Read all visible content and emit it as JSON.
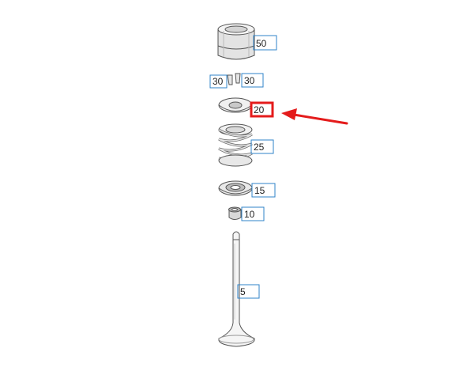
{
  "diagram": {
    "callouts": [
      {
        "key": "piston",
        "label": "50"
      },
      {
        "key": "keeper-left",
        "label": "30"
      },
      {
        "key": "keeper-right",
        "label": "30"
      },
      {
        "key": "retainer",
        "label": "20",
        "highlighted": true
      },
      {
        "key": "spring",
        "label": "25"
      },
      {
        "key": "spring-seat",
        "label": "15"
      },
      {
        "key": "stem-seal",
        "label": "10"
      },
      {
        "key": "valve",
        "label": "5"
      }
    ],
    "colors": {
      "callout_box": "#2f83c9",
      "highlight_box": "#e41b1b",
      "arrow": "#e41b1b",
      "linework": "#555555",
      "shading": "#cfcfcf"
    }
  }
}
